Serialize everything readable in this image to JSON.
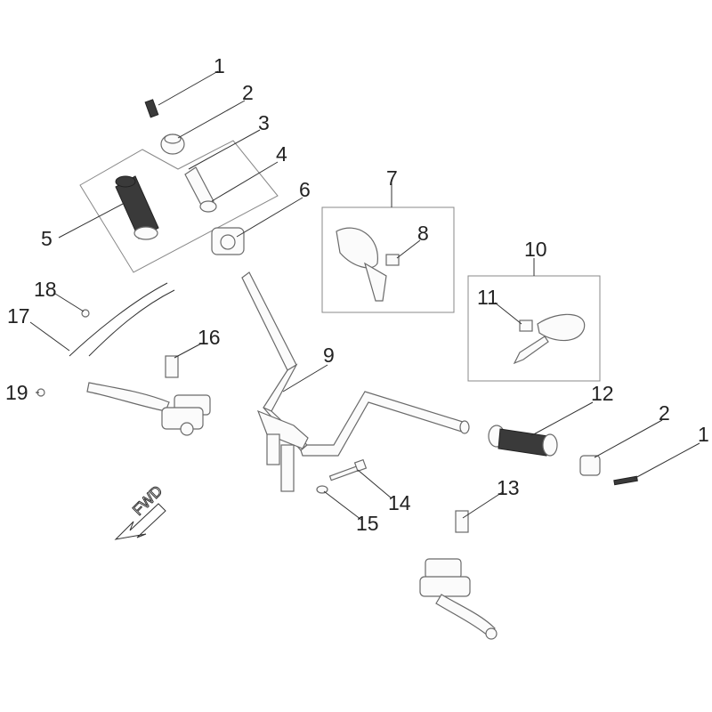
{
  "diagram": {
    "callouts": {
      "c1_top": "1",
      "c2_top": "2",
      "c3": "3",
      "c4": "4",
      "c5": "5",
      "c6": "6",
      "c7": "7",
      "c8": "8",
      "c9": "9",
      "c10": "10",
      "c11": "11",
      "c12": "12",
      "c2_right": "2",
      "c1_right": "1",
      "c13": "13",
      "c14": "14",
      "c15": "15",
      "c16": "16",
      "c17": "17",
      "c18": "18",
      "c19": "19"
    },
    "fwd_label": "FWD"
  }
}
